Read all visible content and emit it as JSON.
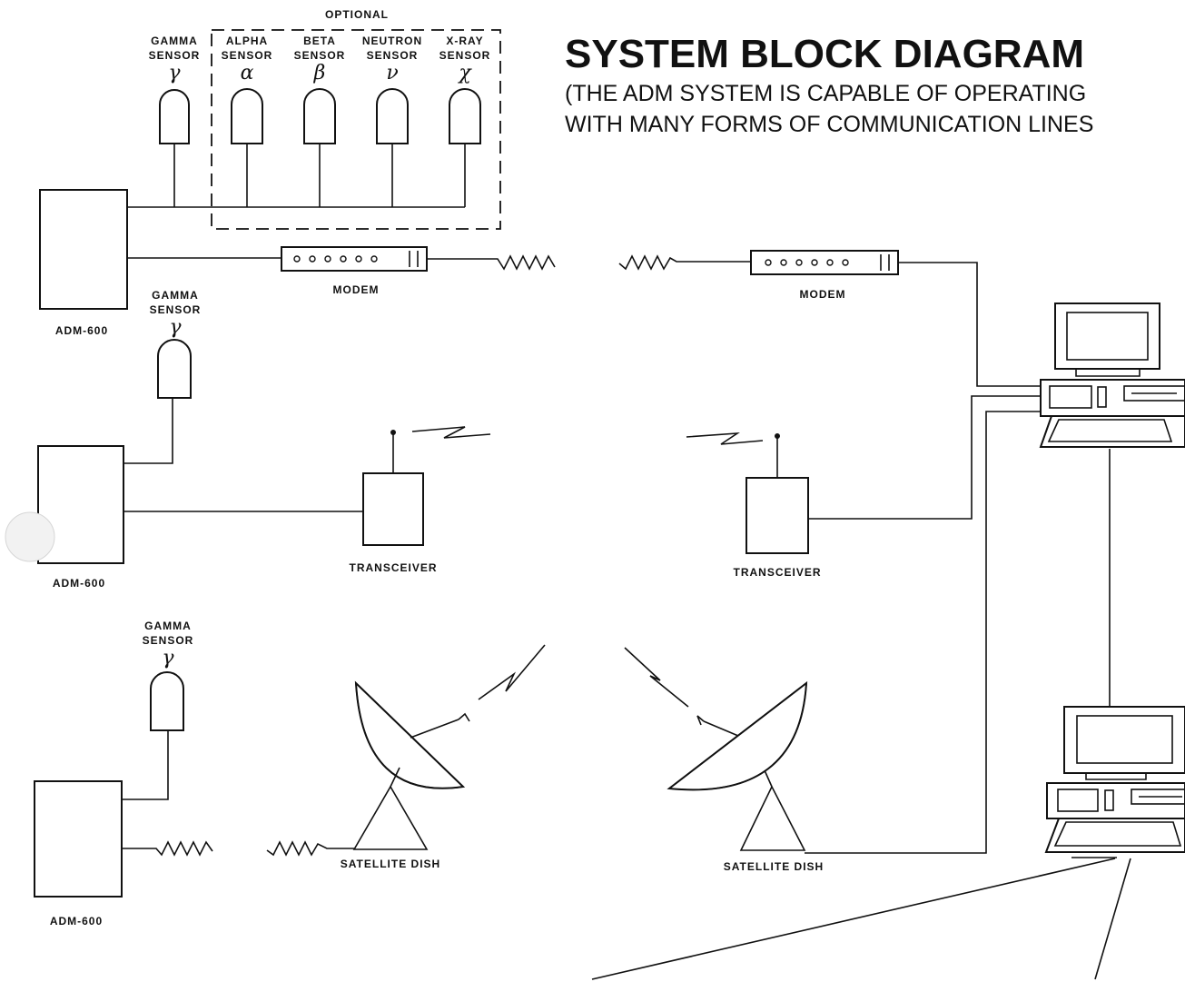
{
  "title": "SYSTEM BLOCK DIAGRAM",
  "subtitle_lines": [
    "(THE ADM SYSTEM IS CAPABLE OF OPERATING",
    "WITH MANY FORMS OF COMMUNICATION LINES"
  ],
  "optional_label": "OPTIONAL",
  "sensors_top": [
    {
      "name": [
        "GAMMA",
        "SENSOR"
      ],
      "symbol": "γ"
    },
    {
      "name": [
        "ALPHA",
        "SENSOR"
      ],
      "symbol": "α"
    },
    {
      "name": [
        "BETA",
        "SENSOR"
      ],
      "symbol": "β"
    },
    {
      "name": [
        "NEUTRON",
        "SENSOR"
      ],
      "symbol": "ν"
    },
    {
      "name": [
        "X-RAY",
        "SENSOR"
      ],
      "symbol": "χ"
    }
  ],
  "gamma_sensor_mid": {
    "name": [
      "GAMMA",
      "SENSOR"
    ],
    "symbol": "γ"
  },
  "gamma_sensor_bottom": {
    "name": [
      "GAMMA",
      "SENSOR"
    ],
    "symbol": "γ"
  },
  "adm_units": [
    "ADM-600",
    "ADM-600",
    "ADM-600"
  ],
  "modem_left": "MODEM",
  "modem_right": "MODEM",
  "transceiver_left": "TRANSCEIVER",
  "transceiver_right": "TRANSCEIVER",
  "dish_left": "SATELLITE DISH",
  "dish_right": "SATELLITE DISH"
}
